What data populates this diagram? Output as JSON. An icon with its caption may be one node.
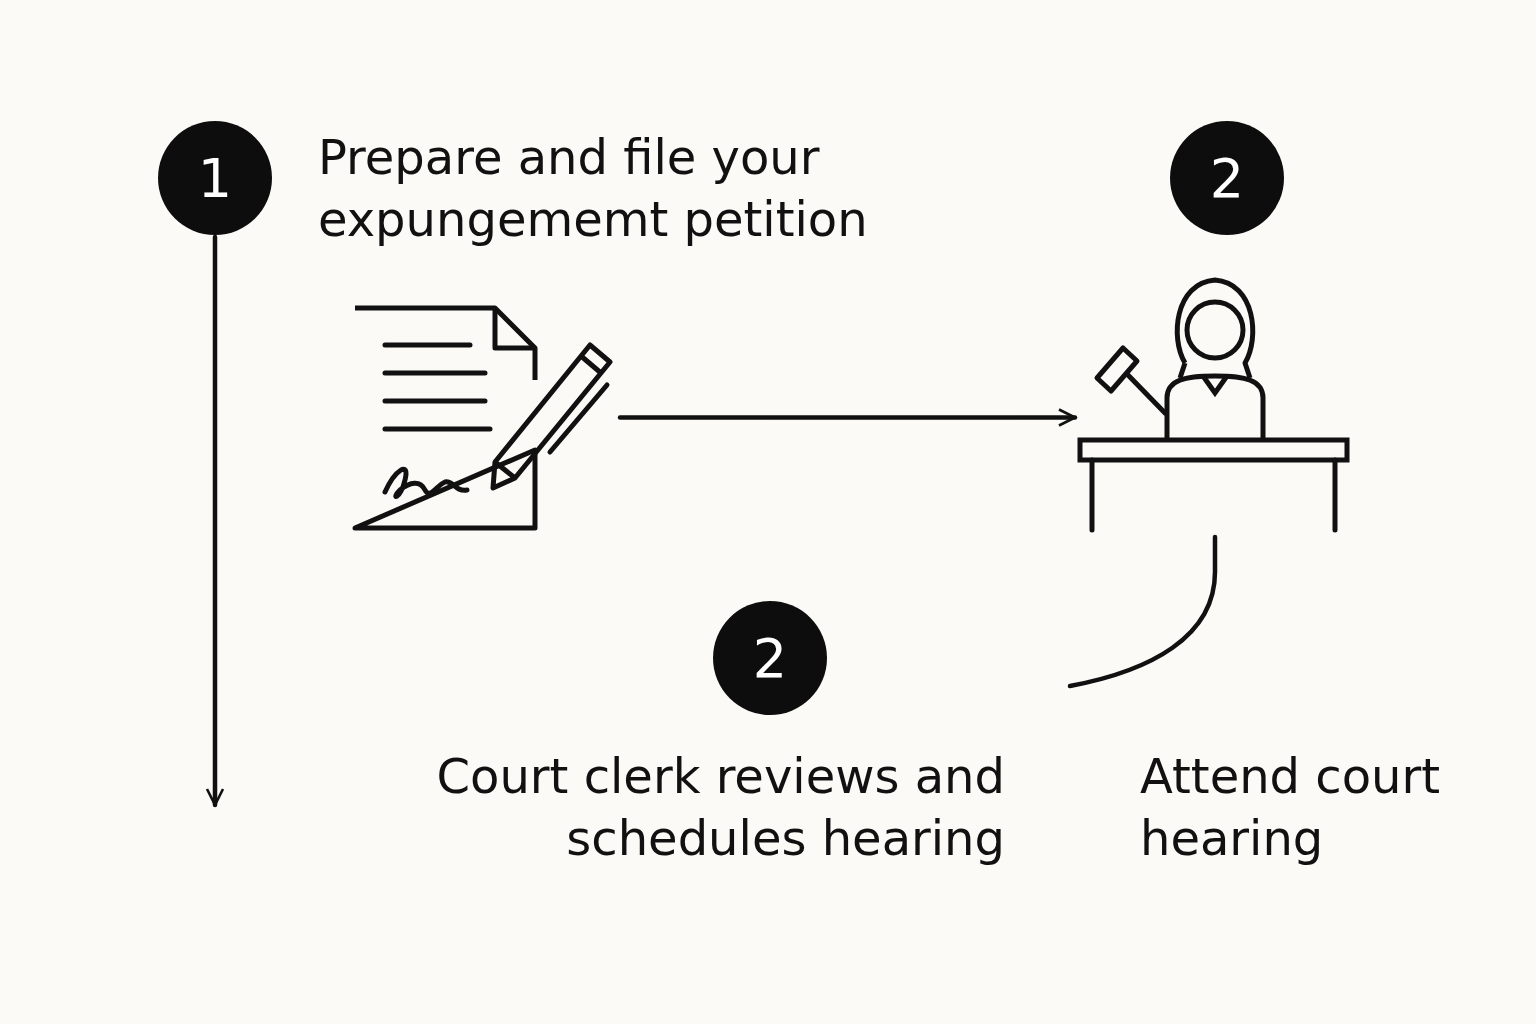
{
  "diagram": {
    "nodes": [
      {
        "text": [
          "1"
        ],
        "beside": [
          "Prepare and file your expungememt petition"
        ]
      },
      {
        "text": [],
        "shape": "picture"
      },
      {
        "text": [
          "2"
        ]
      },
      {
        "text": [],
        "shape": "picture"
      },
      {
        "text": [
          "2"
        ],
        "beside": [
          "Court clerk reviews and schedules hearing"
        ]
      }
    ],
    "edges": [
      {
        "from": 0,
        "to": null,
        "arrow": "to"
      },
      {
        "from": 1,
        "to": 3,
        "arrow": "to"
      },
      {
        "from": 3,
        "to": null,
        "arrow": "none"
      }
    ],
    "labels": [
      "Attend court hearing"
    ]
  }
}
